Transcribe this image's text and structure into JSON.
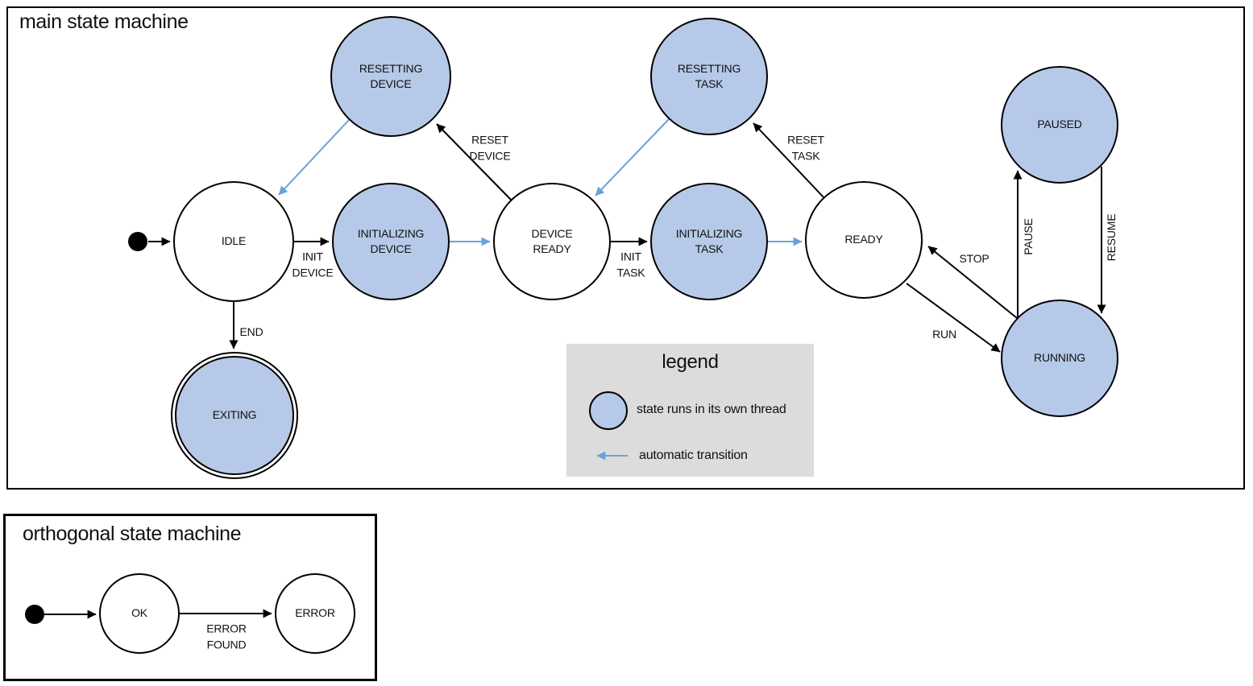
{
  "main_machine": {
    "title": "main state machine",
    "states": {
      "idle": "IDLE",
      "resetting_device": "RESETTING DEVICE",
      "initializing_device": "INITIALIZING DEVICE",
      "device_ready": "DEVICE READY",
      "resetting_task": "RESETTING TASK",
      "initializing_task": "INITIALIZING TASK",
      "ready": "READY",
      "paused": "PAUSED",
      "running": "RUNNING",
      "exiting": "EXITING"
    },
    "transitions": {
      "init_device": "INIT DEVICE",
      "reset_device": "RESET DEVICE",
      "init_task": "INIT TASK",
      "reset_task": "RESET TASK",
      "run": "RUN",
      "stop": "STOP",
      "pause": "PAUSE",
      "resume": "RESUME",
      "end": "END"
    }
  },
  "orthogonal_machine": {
    "title": "orthogonal state machine",
    "states": {
      "ok": "OK",
      "error": "ERROR"
    },
    "transitions": {
      "error_found": "ERROR FOUND"
    }
  },
  "legend": {
    "title": "legend",
    "thread_state_label": "state runs in its own thread",
    "auto_transition_label": "automatic transition"
  },
  "colors": {
    "thread_state_fill": "#b7c9e8",
    "auto_transition_arrow": "#68a2dc",
    "legend_background": "#dcdcdc",
    "state_outline": "#000000"
  }
}
